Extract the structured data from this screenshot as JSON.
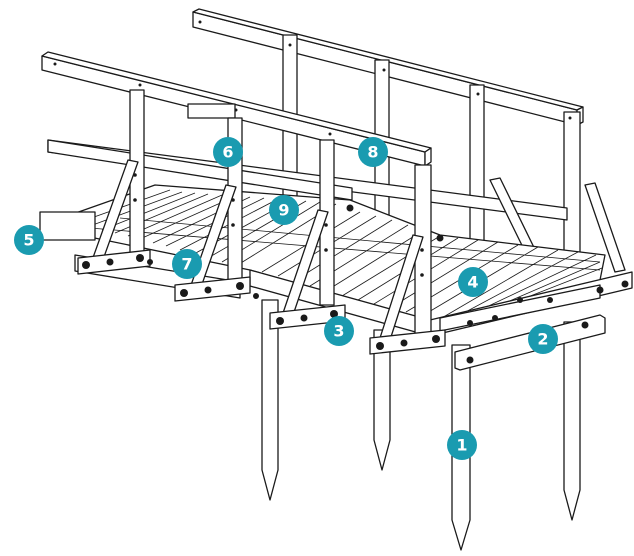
{
  "accent_color": "#1a9bb0",
  "line_color": "#1a1a1a",
  "callouts": [
    {
      "label": "1"
    },
    {
      "label": "2"
    },
    {
      "label": "3"
    },
    {
      "label": "4"
    },
    {
      "label": "5"
    },
    {
      "label": "6"
    },
    {
      "label": "7"
    },
    {
      "label": "8"
    },
    {
      "label": "9"
    }
  ]
}
